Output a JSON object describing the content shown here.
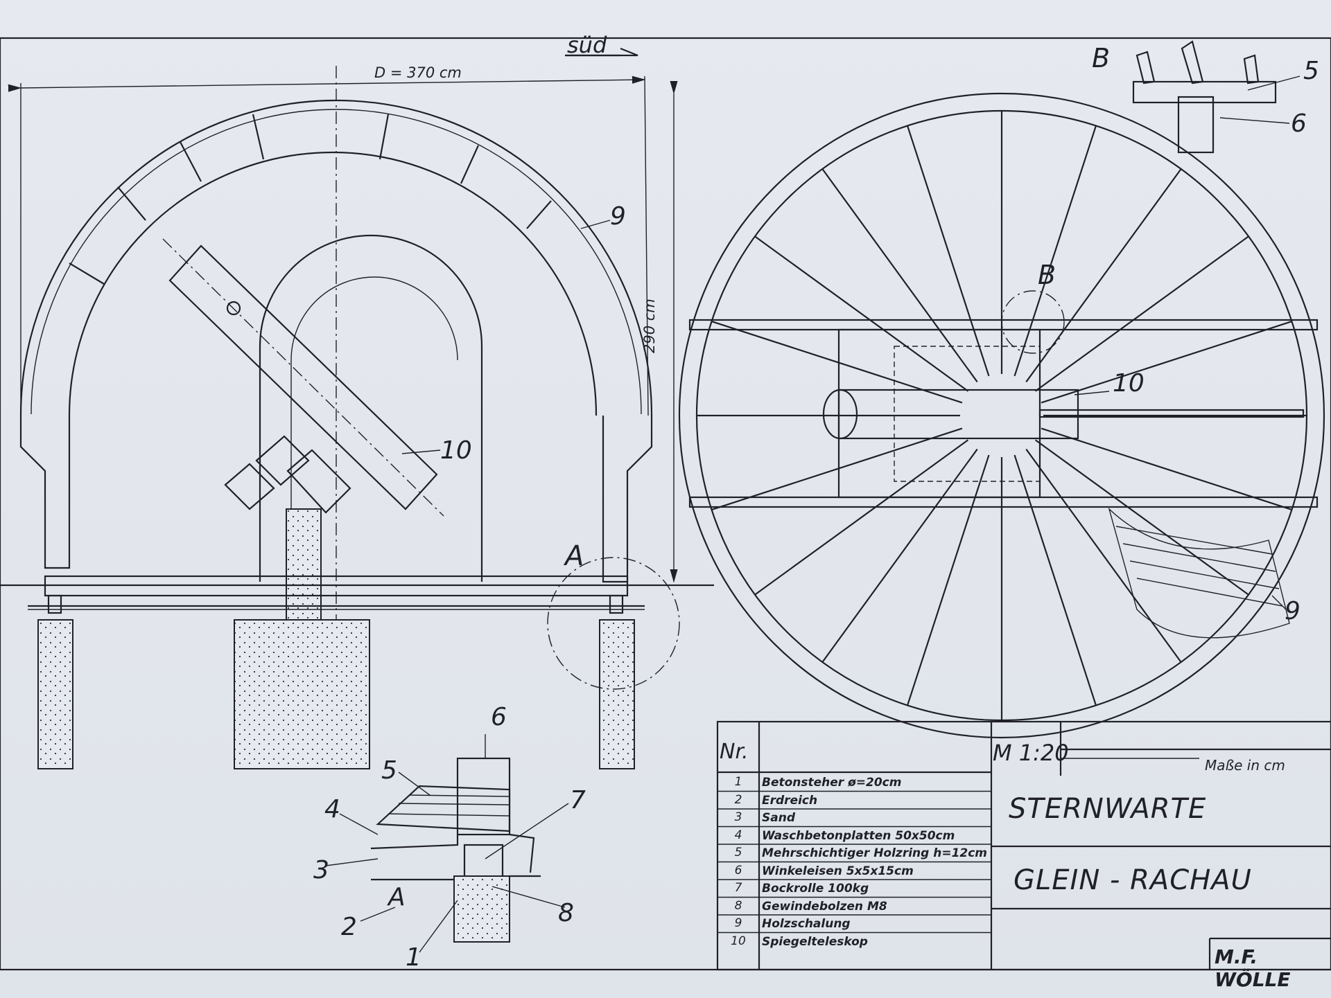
{
  "drawing": {
    "direction_label": "süd",
    "diameter_label": "D = 370 cm",
    "height_label": "290 cm",
    "detail_a_label": "A",
    "detail_b_label": "B",
    "callouts": {
      "c1": "1",
      "c2": "2",
      "c3": "3",
      "c4": "4",
      "c5": "5",
      "c6": "6",
      "c7": "7",
      "c8": "8",
      "c9": "9",
      "c10": "10"
    }
  },
  "title_block": {
    "nr_header": "Nr.",
    "scale": "M 1:20",
    "units": "Maße in cm",
    "title": "STERNWARTE",
    "location": "GLEIN - RACHAU",
    "author": "M.F. WÖLLE",
    "parts": [
      {
        "nr": "1",
        "desc": "Betonsteher ø=20cm"
      },
      {
        "nr": "2",
        "desc": "Erdreich"
      },
      {
        "nr": "3",
        "desc": "Sand"
      },
      {
        "nr": "4",
        "desc": "Waschbetonplatten 50x50cm"
      },
      {
        "nr": "5",
        "desc": "Mehrschichtiger Holzring h=12cm"
      },
      {
        "nr": "6",
        "desc": "Winkeleisen 5x5x15cm"
      },
      {
        "nr": "7",
        "desc": "Bockrolle 100kg"
      },
      {
        "nr": "8",
        "desc": "Gewindebolzen M8"
      },
      {
        "nr": "9",
        "desc": "Holzschalung"
      },
      {
        "nr": "10",
        "desc": "Spiegelteleskop"
      }
    ]
  }
}
